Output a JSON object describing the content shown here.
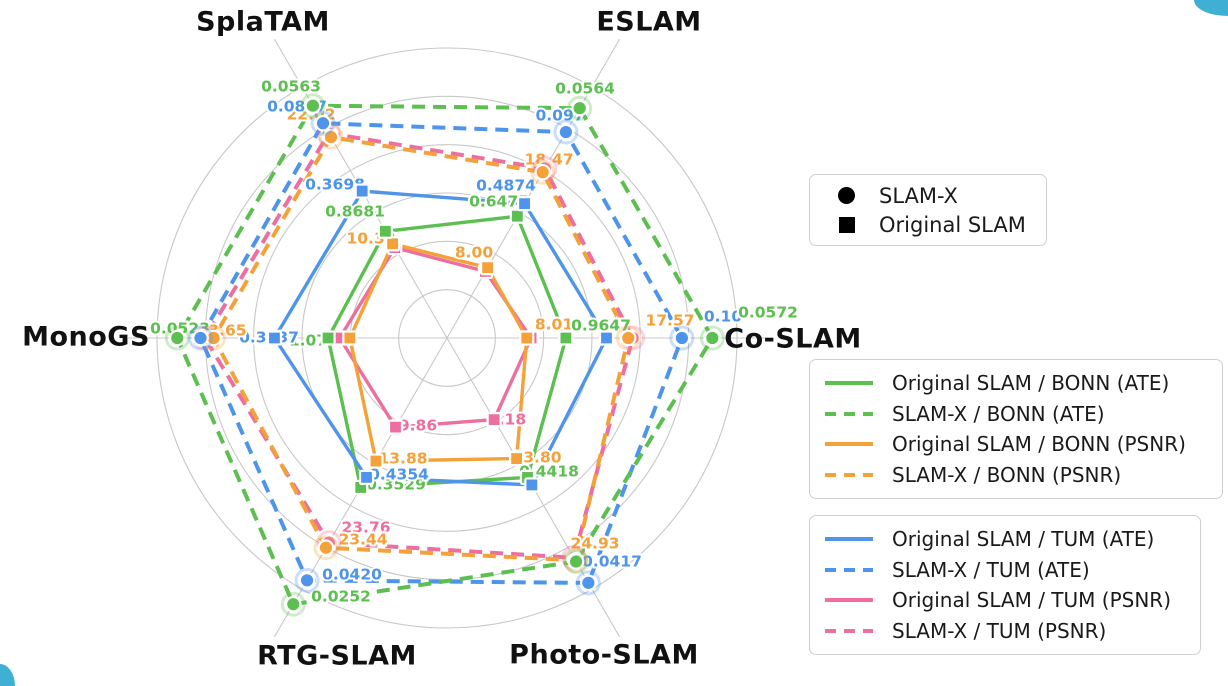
{
  "page": {
    "corner_accent_color": "#3fb0d4",
    "background": "#ffffff"
  },
  "chart_data": {
    "type": "radar",
    "title": "",
    "axes": [
      "Co-SLAM",
      "ESLAM",
      "SplaTAM",
      "MonoGS",
      "RTG-SLAM",
      "Photo-SLAM"
    ],
    "rings": 6,
    "grid_color": "#c8c8c8",
    "legend_position": "right",
    "marker_legend": {
      "items": [
        {
          "marker": "circle",
          "label": "SLAM-X"
        },
        {
          "marker": "square",
          "label": "Original SLAM"
        }
      ]
    },
    "series": [
      {
        "id": "bonn_ate_orig",
        "label": "Original SLAM / BONN (ATE)",
        "color": "#5cbf50",
        "style": "solid",
        "marker": "square",
        "values": {
          "Co-SLAM": "0.9647",
          "ESLAM": "0.6475",
          "SplaTAM": "0.8681",
          "MonoGS": "1.07",
          "RTG-SLAM": "0.3529",
          "Photo-SLAM": "0.4418"
        },
        "radii": {
          "Co-SLAM": 0.41,
          "ESLAM": 0.485,
          "SplaTAM": 0.425,
          "MonoGS": 0.41,
          "RTG-SLAM": 0.595,
          "Photo-SLAM": 0.555
        }
      },
      {
        "id": "bonn_ate_x",
        "label": "SLAM-X / BONN (ATE)",
        "color": "#5cbf50",
        "style": "dashed",
        "marker": "circle",
        "values": {
          "Co-SLAM": "0.0572",
          "ESLAM": "0.0564",
          "SplaTAM": "0.0563",
          "MonoGS": "0.0523",
          "RTG-SLAM": "0.0252",
          "Photo-SLAM": null
        },
        "radii": {
          "Co-SLAM": 0.915,
          "ESLAM": 0.915,
          "SplaTAM": 0.925,
          "MonoGS": 0.93,
          "RTG-SLAM": 1.06,
          "Photo-SLAM": 0.89
        }
      },
      {
        "id": "bonn_psnr_orig",
        "label": "Original SLAM / BONN (PSNR)",
        "color": "#f4a13a",
        "style": "solid",
        "marker": "square",
        "values": {
          "Co-SLAM": "8.01",
          "ESLAM": "8.00",
          "SplaTAM": "10.38",
          "MonoGS": null,
          "RTG-SLAM": "13.88",
          "Photo-SLAM": "13.80"
        },
        "radii": {
          "Co-SLAM": 0.275,
          "ESLAM": 0.28,
          "SplaTAM": 0.375,
          "MonoGS": 0.335,
          "RTG-SLAM": 0.49,
          "Photo-SLAM": 0.48
        }
      },
      {
        "id": "bonn_psnr_x",
        "label": "SLAM-X / BONN (PSNR)",
        "color": "#f4a13a",
        "style": "dashed",
        "marker": "circle",
        "values": {
          "Co-SLAM": "17.57",
          "ESLAM": "18.47",
          "SplaTAM": "22.02",
          "MonoGS": "23.65",
          "RTG-SLAM": "23.44",
          "Photo-SLAM": "24.93"
        },
        "radii": {
          "Co-SLAM": 0.625,
          "ESLAM": 0.66,
          "SplaTAM": 0.8,
          "MonoGS": 0.805,
          "RTG-SLAM": 0.835,
          "Photo-SLAM": 0.885
        }
      },
      {
        "id": "tum_ate_orig",
        "label": "Original SLAM / TUM (ATE)",
        "color": "#4d94ea",
        "style": "solid",
        "marker": "square",
        "values": {
          "Co-SLAM": null,
          "ESLAM": "0.4874",
          "SplaTAM": "0.3698",
          "MonoGS": "0.3437",
          "RTG-SLAM": "0.4354",
          "Photo-SLAM": null
        },
        "radii": {
          "Co-SLAM": 0.55,
          "ESLAM": 0.535,
          "SplaTAM": 0.585,
          "MonoGS": 0.595,
          "RTG-SLAM": 0.555,
          "Photo-SLAM": 0.585
        }
      },
      {
        "id": "tum_ate_x",
        "label": "SLAM-X / TUM (ATE)",
        "color": "#4d94ea",
        "style": "dashed",
        "marker": "circle",
        "values": {
          "Co-SLAM": "0.10",
          "ESLAM": "0.097",
          "SplaTAM": "0.0807",
          "MonoGS": null,
          "RTG-SLAM": "0.0420",
          "Photo-SLAM": "0.0417"
        },
        "radii": {
          "Co-SLAM": 0.81,
          "ESLAM": 0.82,
          "SplaTAM": 0.855,
          "MonoGS": 0.85,
          "RTG-SLAM": 0.965,
          "Photo-SLAM": 0.975
        }
      },
      {
        "id": "tum_psnr_orig",
        "label": "Original SLAM / TUM (PSNR)",
        "color": "#ec6f9f",
        "style": "solid",
        "marker": "square",
        "values": {
          "Co-SLAM": null,
          "ESLAM": null,
          "SplaTAM": null,
          "MonoGS": null,
          "RTG-SLAM": "9.86",
          "Photo-SLAM": "9.18"
        },
        "radii": {
          "Co-SLAM": 0.29,
          "ESLAM": 0.265,
          "SplaTAM": 0.36,
          "MonoGS": 0.37,
          "RTG-SLAM": 0.355,
          "Photo-SLAM": 0.325
        }
      },
      {
        "id": "tum_psnr_x",
        "label": "SLAM-X / TUM (PSNR)",
        "color": "#ec6f9f",
        "style": "dashed",
        "marker": "circle",
        "values": {
          "Co-SLAM": null,
          "ESLAM": null,
          "SplaTAM": null,
          "MonoGS": null,
          "RTG-SLAM": "23.76",
          "Photo-SLAM": null
        },
        "radii": {
          "Co-SLAM": 0.64,
          "ESLAM": 0.675,
          "SplaTAM": 0.815,
          "MonoGS": 0.835,
          "RTG-SLAM": 0.815,
          "Photo-SLAM": 0.875
        }
      }
    ]
  }
}
